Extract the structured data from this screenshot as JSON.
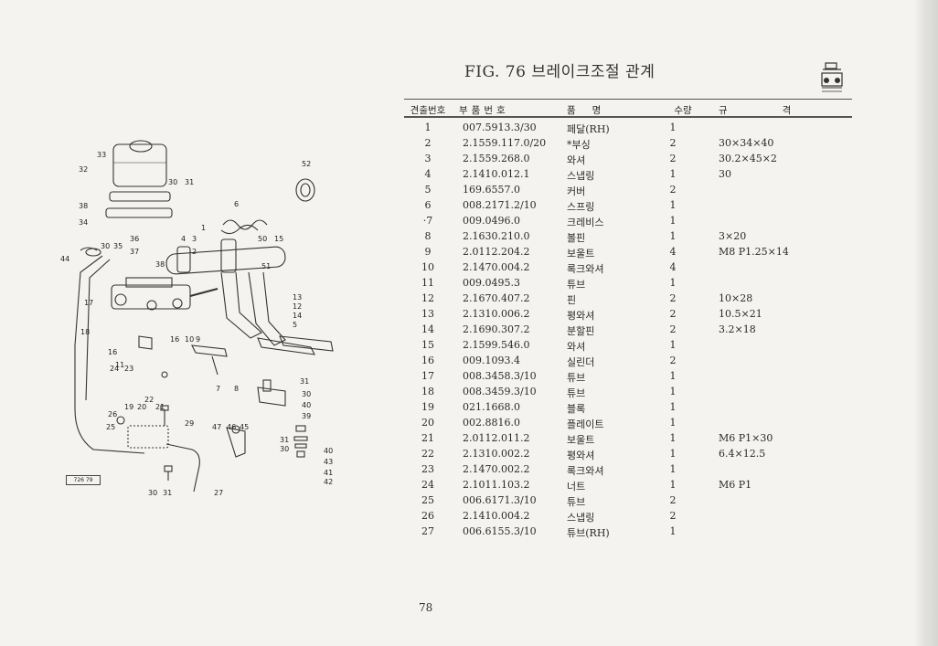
{
  "figure": {
    "title": "FIG. 76 브레이크조절 관계",
    "stamp": "726 79",
    "callouts": [
      "1",
      "2",
      "3",
      "4",
      "5",
      "6",
      "7",
      "8",
      "9",
      "10",
      "11",
      "12",
      "13",
      "14",
      "15",
      "16",
      "17",
      "18",
      "19",
      "20",
      "21",
      "22",
      "23",
      "24",
      "25",
      "26",
      "27",
      "29",
      "30",
      "31",
      "32",
      "33",
      "34",
      "35",
      "36",
      "37",
      "38",
      "39",
      "40",
      "41",
      "42",
      "43",
      "44",
      "45",
      "46",
      "47",
      "50",
      "51",
      "52"
    ]
  },
  "table": {
    "headers": {
      "no": "견출번호",
      "part_no": "부품번호",
      "name": "품명",
      "qty": "수량",
      "spec": "규격"
    },
    "rows": [
      {
        "no": "1",
        "part_no": "007.5913.3/30",
        "name": "페달(RH)",
        "qty": "1",
        "spec": ""
      },
      {
        "no": "2",
        "part_no": "2.1559.117.0/20",
        "name": "*부싱",
        "qty": "2",
        "spec": "30×34×40"
      },
      {
        "no": "3",
        "part_no": "2.1559.268.0",
        "name": "와셔",
        "qty": "2",
        "spec": "30.2×45×2"
      },
      {
        "no": "4",
        "part_no": "2.1410.012.1",
        "name": "스냅링",
        "qty": "1",
        "spec": "30"
      },
      {
        "no": "5",
        "part_no": "169.6557.0",
        "name": "커버",
        "qty": "2",
        "spec": ""
      },
      {
        "no": "6",
        "part_no": "008.2171.2/10",
        "name": "스프링",
        "qty": "1",
        "spec": ""
      },
      {
        "no": "·7",
        "part_no": "009.0496.0",
        "name": "크레비스",
        "qty": "1",
        "spec": ""
      },
      {
        "no": "8",
        "part_no": "2.1630.210.0",
        "name": "볼핀",
        "qty": "1",
        "spec": "3×20"
      },
      {
        "no": "9",
        "part_no": "2.0112.204.2",
        "name": "보울트",
        "qty": "4",
        "spec": "M8 P1.25×14"
      },
      {
        "no": "10",
        "part_no": "2.1470.004.2",
        "name": "록크와셔",
        "qty": "4",
        "spec": ""
      },
      {
        "no": "11",
        "part_no": "009.0495.3",
        "name": "튜브",
        "qty": "1",
        "spec": ""
      },
      {
        "no": "12",
        "part_no": "2.1670.407.2",
        "name": "핀",
        "qty": "2",
        "spec": "10×28"
      },
      {
        "no": "13",
        "part_no": "2.1310.006.2",
        "name": "평와셔",
        "qty": "2",
        "spec": "10.5×21"
      },
      {
        "no": "14",
        "part_no": "2.1690.307.2",
        "name": "분할핀",
        "qty": "2",
        "spec": "3.2×18"
      },
      {
        "no": "15",
        "part_no": "2.1599.546.0",
        "name": "와셔",
        "qty": "1",
        "spec": ""
      },
      {
        "no": "16",
        "part_no": "009.1093.4",
        "name": "실린더",
        "qty": "2",
        "spec": ""
      },
      {
        "no": "17",
        "part_no": "008.3458.3/10",
        "name": "튜브",
        "qty": "1",
        "spec": ""
      },
      {
        "no": "18",
        "part_no": "008.3459.3/10",
        "name": "튜브",
        "qty": "1",
        "spec": ""
      },
      {
        "no": "19",
        "part_no": "021.1668.0",
        "name": "블록",
        "qty": "1",
        "spec": ""
      },
      {
        "no": "20",
        "part_no": "002.8816.0",
        "name": "플레이트",
        "qty": "1",
        "spec": ""
      },
      {
        "no": "21",
        "part_no": "2.0112.011.2",
        "name": "보울트",
        "qty": "1",
        "spec": "M6 P1×30"
      },
      {
        "no": "22",
        "part_no": "2.1310.002.2",
        "name": "평와셔",
        "qty": "1",
        "spec": "6.4×12.5"
      },
      {
        "no": "23",
        "part_no": "2.1470.002.2",
        "name": "록크와셔",
        "qty": "1",
        "spec": ""
      },
      {
        "no": "24",
        "part_no": "2.1011.103.2",
        "name": "너트",
        "qty": "1",
        "spec": "M6 P1"
      },
      {
        "no": "25",
        "part_no": "006.6171.3/10",
        "name": "튜브",
        "qty": "2",
        "spec": ""
      },
      {
        "no": "26",
        "part_no": "2.1410.004.2",
        "name": "스냅링",
        "qty": "2",
        "spec": ""
      },
      {
        "no": "27",
        "part_no": "006.6155.3/10",
        "name": "튜브(RH)",
        "qty": "1",
        "spec": ""
      }
    ]
  },
  "footer": {
    "page_number": "78"
  }
}
